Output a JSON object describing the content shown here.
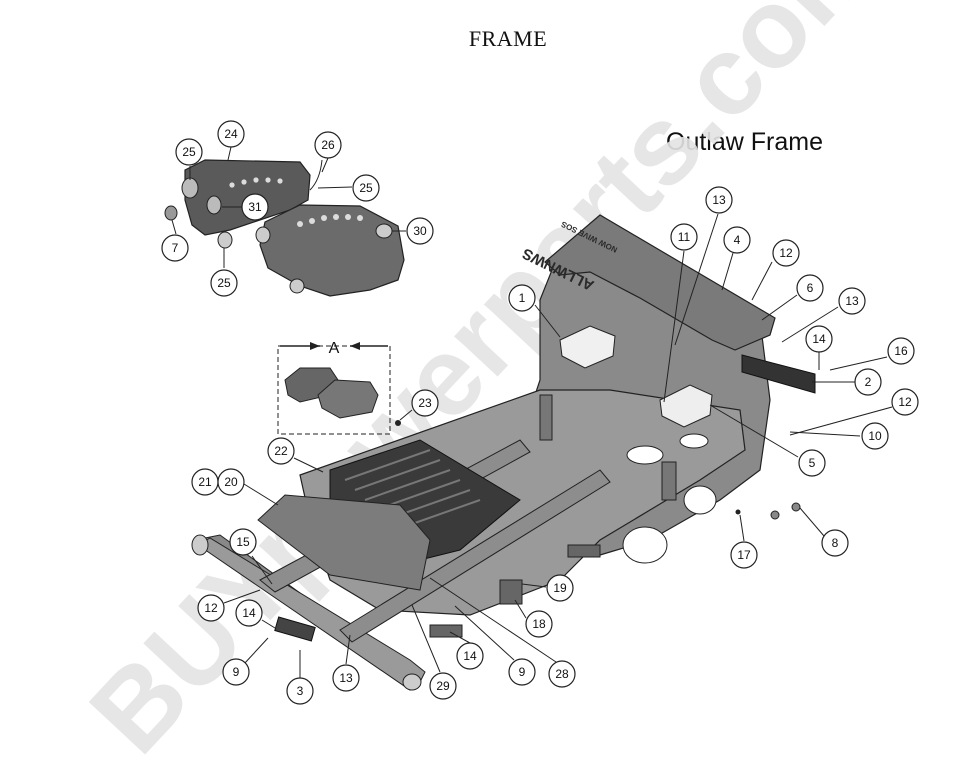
{
  "title": "FRAME",
  "subtitle": "Outlaw Frame",
  "detail_label": "A",
  "decal_text_1": "ALLWNWS",
  "decal_text_2": "NOW WIVE SOS",
  "watermark": "BUYpowerparts.com",
  "callouts": [
    "24",
    "25",
    "26",
    "25",
    "31",
    "7",
    "25",
    "30",
    "13",
    "11",
    "4",
    "12",
    "1",
    "6",
    "13",
    "14",
    "16",
    "2",
    "12",
    "10",
    "5",
    "23",
    "22",
    "21",
    "20",
    "8",
    "17",
    "15",
    "19",
    "12",
    "14",
    "18",
    "9",
    "3",
    "13",
    "29",
    "14",
    "9",
    "28"
  ]
}
